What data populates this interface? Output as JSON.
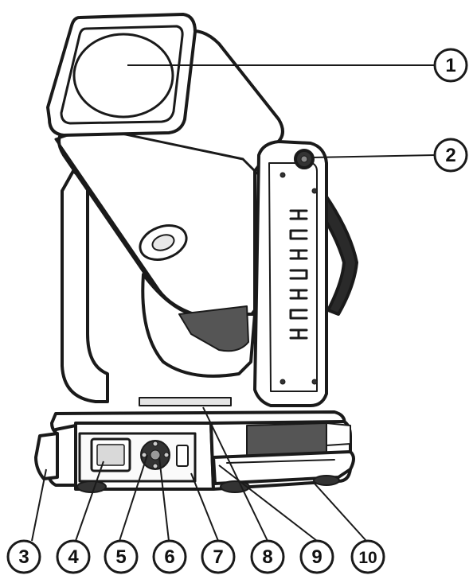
{
  "figure": {
    "subject": "moving-head-light-fixture",
    "stroke_color": "#1a1a1a",
    "fill_color": "#ffffff",
    "mesh_color": "#444444"
  },
  "callouts": [
    {
      "number": "1",
      "target": "lens"
    },
    {
      "number": "2",
      "target": "tilt-knob"
    },
    {
      "number": "3",
      "target": "base-handle"
    },
    {
      "number": "4",
      "target": "display-screen"
    },
    {
      "number": "5",
      "target": "control-buttons"
    },
    {
      "number": "6",
      "target": "button-pad"
    },
    {
      "number": "7",
      "target": "control-panel"
    },
    {
      "number": "8",
      "target": "label-plate"
    },
    {
      "number": "9",
      "target": "base-vent"
    },
    {
      "number": "10",
      "target": "foot"
    }
  ]
}
